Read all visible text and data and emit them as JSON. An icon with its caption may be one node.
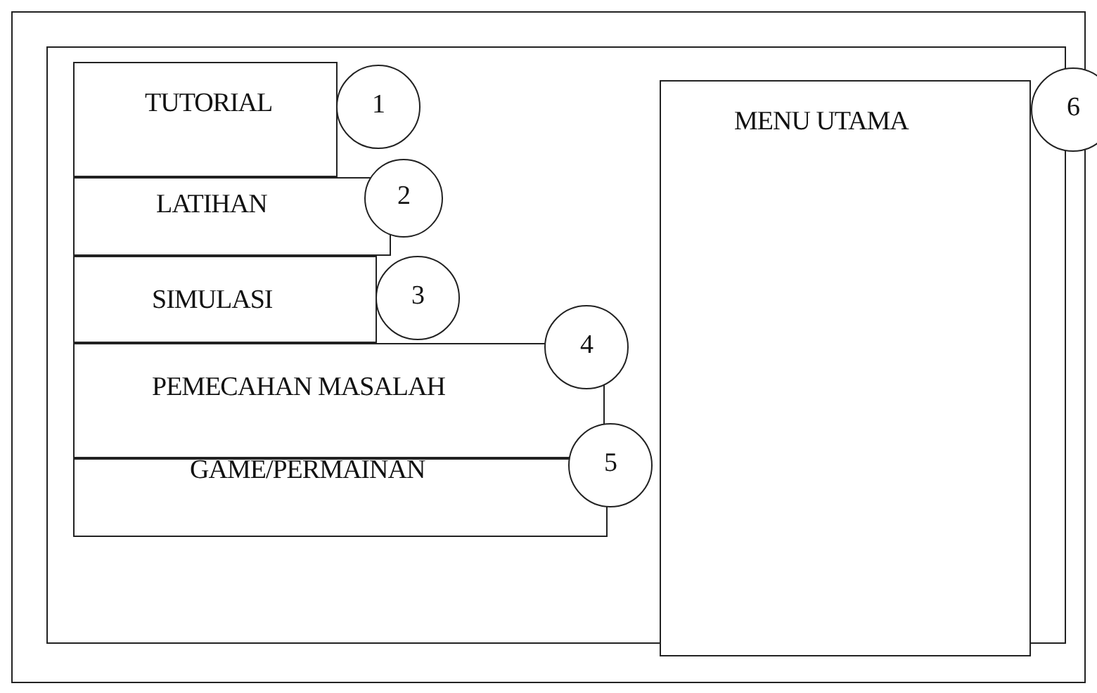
{
  "diagram": {
    "nodes": [
      {
        "text": [],
        "shape": "box"
      },
      {
        "text": [],
        "shape": "box",
        "in": 0
      },
      {
        "text": [
          "TUTORIAL"
        ],
        "in": 1
      },
      {
        "text": [
          "LATIHAN"
        ],
        "in": 1
      },
      {
        "text": [
          "SIMULASI"
        ],
        "in": 1
      },
      {
        "text": [
          "PEMECAHAN MASALAH"
        ],
        "in": 1
      },
      {
        "text": [
          "GAME/PERMAINAN"
        ],
        "in": 1
      },
      {
        "text": [
          "MENU UTAMA"
        ],
        "in": 1
      },
      {
        "text": [
          "1"
        ],
        "in": 1
      },
      {
        "text": [
          "2"
        ],
        "in": 1
      },
      {
        "text": [
          "3"
        ],
        "in": 1
      },
      {
        "text": [
          "4"
        ],
        "in": 1
      },
      {
        "text": [
          "5"
        ],
        "in": 1
      },
      {
        "text": [
          "6"
        ]
      }
    ]
  }
}
